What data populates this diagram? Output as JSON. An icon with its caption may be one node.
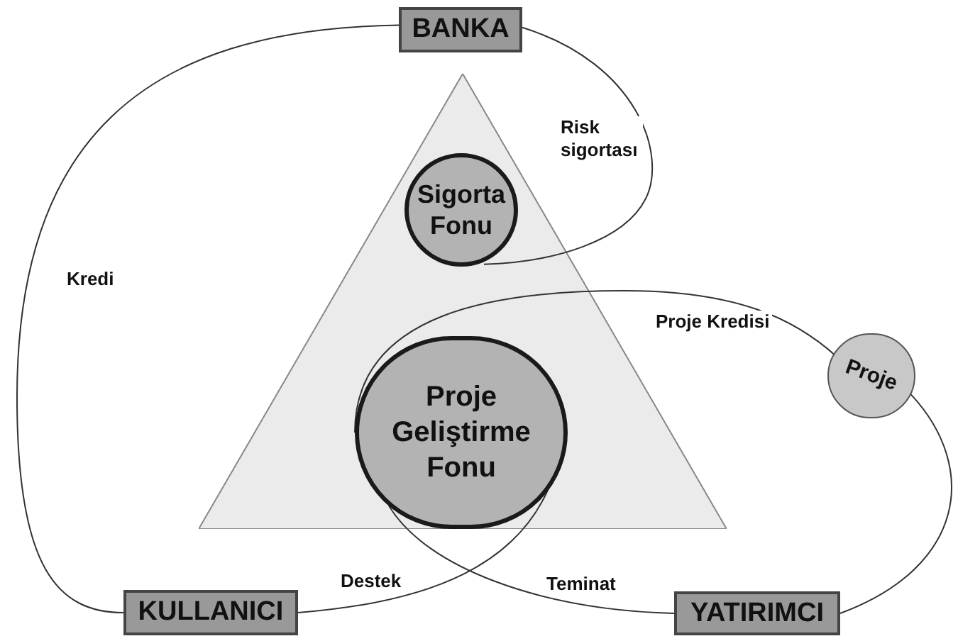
{
  "diagram": {
    "nodes": [
      {
        "text": [
          "BANKA"
        ]
      },
      {
        "text": [],
        "shape": "triangle"
      },
      {
        "text": [
          "Sigorta Fonu"
        ],
        "in": 1
      },
      {
        "text": [
          "Proje Geliştirme Fonu"
        ],
        "in": 1
      },
      {
        "text": [
          "Proje"
        ]
      },
      {
        "text": [
          "KULLANICI"
        ]
      },
      {
        "text": [
          "YATIRIMCI"
        ]
      }
    ],
    "edges": [
      {
        "from": 0,
        "to": 5,
        "arrow": "none",
        "label": "Kredi"
      },
      {
        "from": 0,
        "to": 2,
        "arrow": "none",
        "label": "Risk sigortası"
      },
      {
        "from": 3,
        "to": 4,
        "arrow": "none",
        "label": "Proje Kredisi"
      },
      {
        "from": 4,
        "to": 6,
        "arrow": "none"
      },
      {
        "from": 3,
        "to": 5,
        "arrow": "none",
        "label": "Destek"
      },
      {
        "from": 3,
        "to": 6,
        "arrow": "none",
        "label": "Teminat"
      }
    ]
  }
}
